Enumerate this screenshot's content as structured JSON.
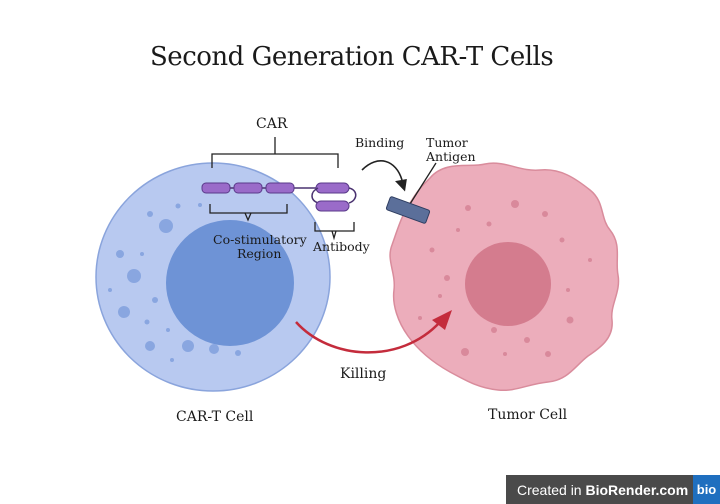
{
  "title": "Second Generation CAR-T Cells",
  "labels": {
    "car": "CAR",
    "binding": "Binding",
    "tumor_antigen_line1": "Tumor",
    "tumor_antigen_line2": "Antigen",
    "costim_line1": "Co-stimulatory",
    "costim_line2": "Region",
    "antibody": "Antibody",
    "killing": "Killing",
    "car_t_cell": "CAR-T Cell",
    "tumor_cell": "Tumor Cell"
  },
  "footer": {
    "prefix": "Created in",
    "brand": "BioRender.com",
    "logo": "bio"
  },
  "colors": {
    "cart_cell_fill": "#b8c9f0",
    "cart_nucleus": "#6e93d6",
    "tumor_cell_fill": "#ecadbb",
    "tumor_nucleus": "#d47c8e",
    "car_domain": "#9a6bc9",
    "antigen": "#5b6f9a",
    "killing_arrow": "#c42c3c",
    "footer_bg": "#4a4a4a"
  }
}
